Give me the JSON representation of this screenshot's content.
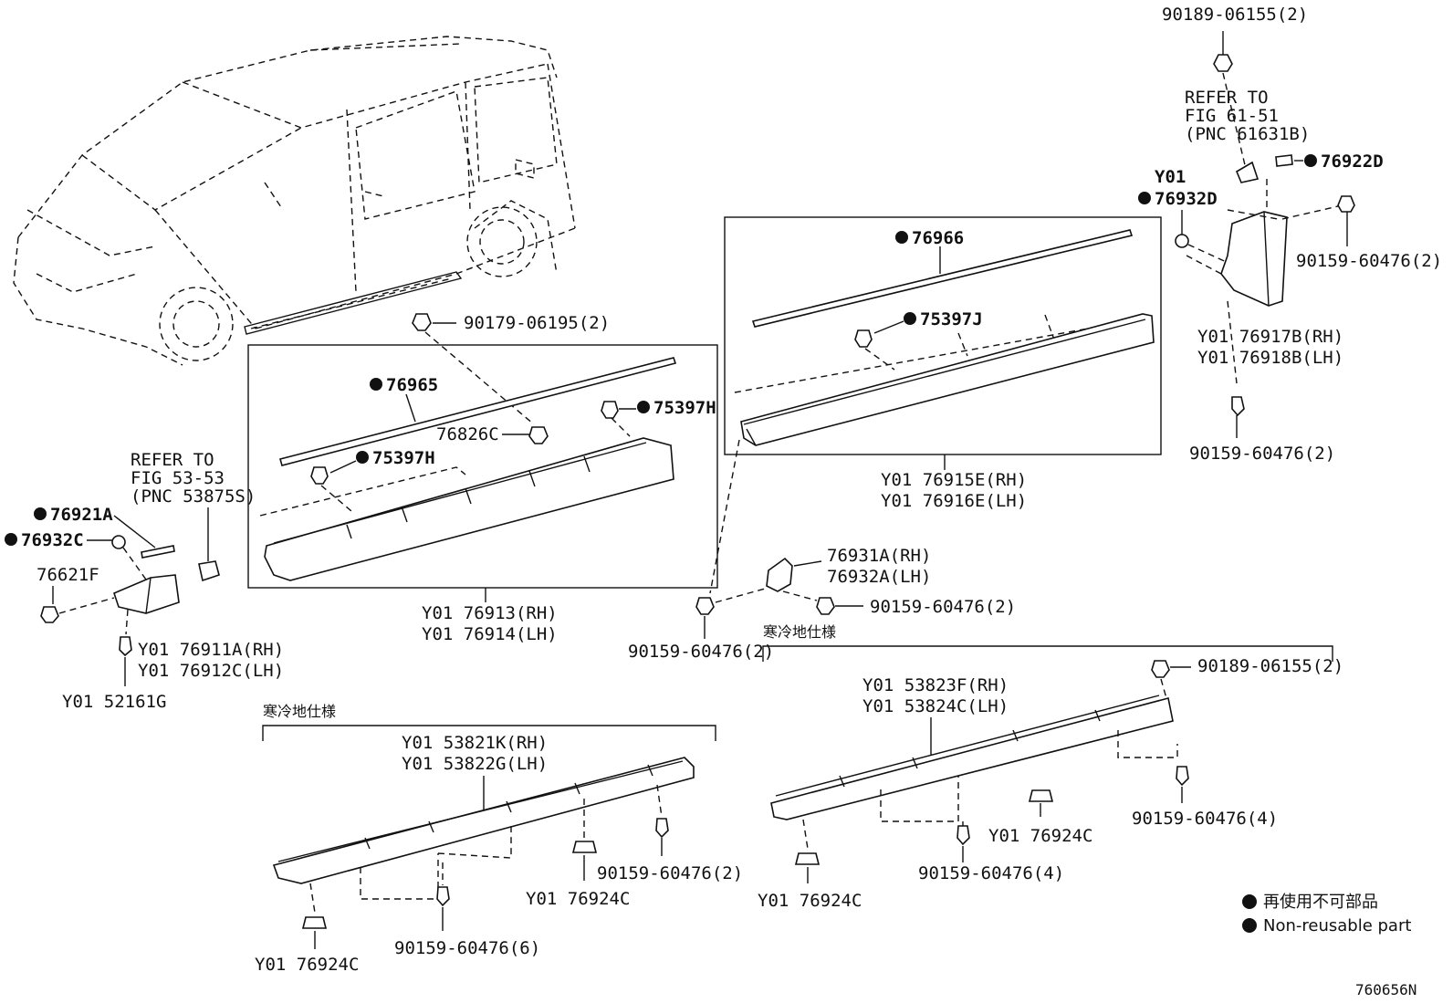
{
  "labels": {
    "p90189_top": "90189-06155(2)",
    "refer61_1": "REFER TO",
    "refer61_2": "FIG 61-51",
    "refer61_3": "(PNC 61631B)",
    "p76922D": "76922D",
    "y01_a": "Y01",
    "p76932D": "76932D",
    "p90159_r1": "90159-60476(2)",
    "p76917B": "Y01 76917B(RH)",
    "p76918B": "Y01 76918B(LH)",
    "p90159_r2": "90159-60476(2)",
    "p76966": "76966",
    "p75397J": "75397J",
    "p76915E": "Y01 76915E(RH)",
    "p76916E": "Y01 76916E(LH)",
    "p90179": "90179-06195(2)",
    "p76965": "76965",
    "p75397H_a": "75397H",
    "p76826C": "76826C",
    "p75397H_b": "75397H",
    "p76913": "Y01 76913(RH)",
    "p76914": "Y01 76914(LH)",
    "refer53_1": "REFER TO",
    "refer53_2": "FIG 53-53",
    "refer53_3": "(PNC 53875S)",
    "p76921A": "76921A",
    "p76932C": "76932C",
    "p76621F": "76621F",
    "p76911A": "Y01 76911A(RH)",
    "p76912C": "Y01 76912C(LH)",
    "p52161G": "Y01 52161G",
    "p76931A": "76931A(RH)",
    "p76932A": "76932A(LH)",
    "p90159_m1": "90159-60476(2)",
    "p90159_m2": "90159-60476(2)",
    "cold_spec_1": "寒冷地仕様",
    "p90189_r": "90189-06155(2)",
    "p53823F": "Y01 53823F(RH)",
    "p53824C": "Y01 53824C(LH)",
    "p90159_r4": "90159-60476(4)",
    "p76924C_r1": "Y01 76924C",
    "p90159_m4": "90159-60476(4)",
    "p76924C_r2": "Y01 76924C",
    "cold_spec_2": "寒冷地仕様",
    "p53821K": "Y01 53821K(RH)",
    "p53822G": "Y01 53822G(LH)",
    "p90159_l2": "90159-60476(2)",
    "p76924C_l1": "Y01 76924C",
    "p90159_l6": "90159-60476(6)",
    "p76924C_l2": "Y01 76924C",
    "legend_jp": "再使用不可部品",
    "legend_en": "Non-reusable part",
    "fig_no": "760656N"
  }
}
